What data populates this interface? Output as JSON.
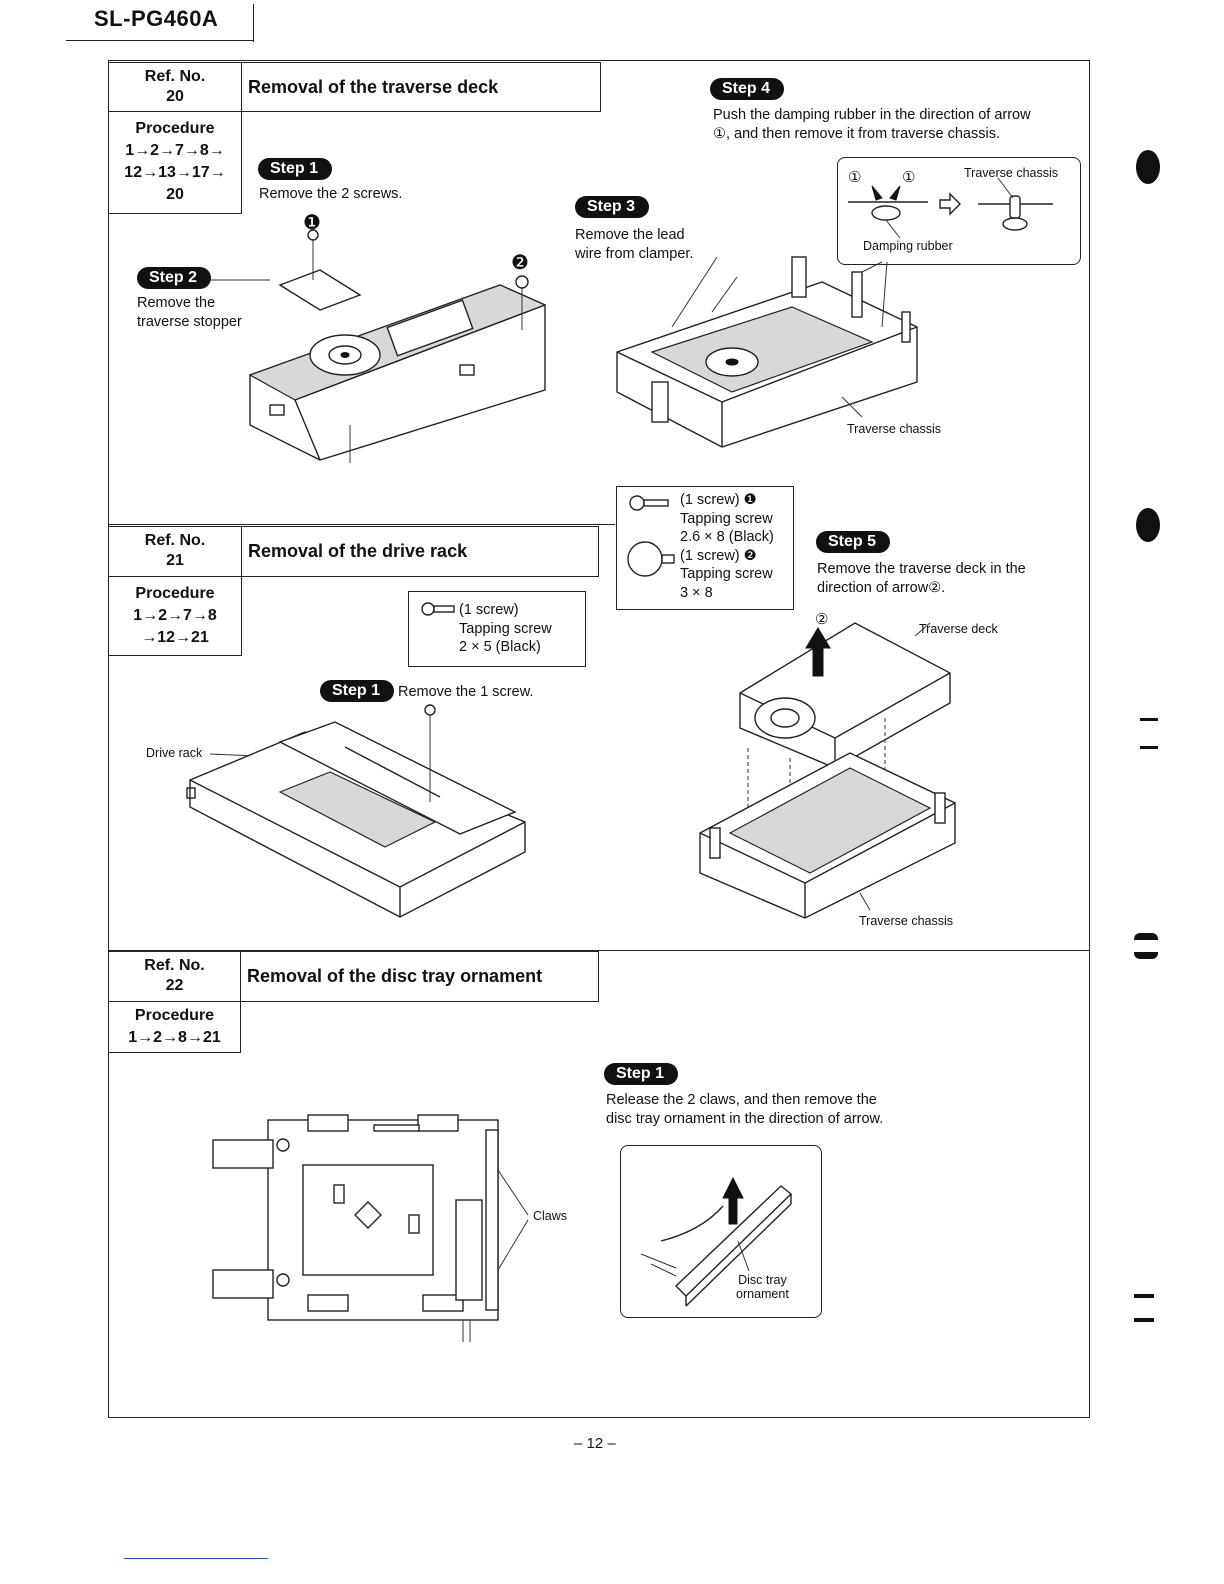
{
  "header": {
    "model": "SL-PG460A"
  },
  "sections": [
    {
      "ref_label": "Ref. No.",
      "ref_no": "20",
      "title": "Removal of the traverse deck",
      "procedure_label": "Procedure",
      "procedure_lines": [
        "1→2→7→8→",
        "12→13→17→",
        "20"
      ],
      "steps": [
        {
          "label": "Step 1",
          "text": "Remove the 2 screws."
        },
        {
          "label": "Step 2",
          "text_lines": [
            "Remove the",
            "traverse stopper"
          ]
        },
        {
          "label": "Step 3",
          "text_lines": [
            "Remove the lead",
            "wire from clamper."
          ]
        },
        {
          "label": "Step 4",
          "text_lines": [
            "Push the damping rubber in the direction of arrow",
            "①, and then remove it from traverse chassis."
          ]
        },
        {
          "label": "Step 5",
          "text_lines": [
            "Remove the traverse deck in the",
            "direction of arrow②."
          ]
        }
      ],
      "markers": {
        "screw1": "❶",
        "screw2": "❷",
        "arrow1": "①",
        "arrow2": "②"
      },
      "labels": {
        "traverse_chassis_inset": "Traverse chassis",
        "damping_rubber": "Damping rubber",
        "traverse_chassis_main": "Traverse chassis",
        "traverse_deck": "Traverse deck",
        "traverse_chassis_lower": "Traverse chassis"
      },
      "screw_info": {
        "line1": "(1 screw) ❶",
        "line2": "Tapping screw",
        "line3": "2.6 × 8 (Black)",
        "line4": "(1 screw) ❷",
        "line5": "Tapping screw",
        "line6": "3 × 8"
      }
    },
    {
      "ref_label": "Ref. No.",
      "ref_no": "21",
      "title": "Removal of the drive rack",
      "procedure_label": "Procedure",
      "procedure_lines": [
        "1→2→7→8",
        "→12→21"
      ],
      "screw_info": {
        "line1": "(1 screw)",
        "line2": "Tapping screw",
        "line3": "2 × 5 (Black)"
      },
      "steps": [
        {
          "label": "Step 1",
          "text": "Remove the 1 screw."
        }
      ],
      "labels": {
        "drive_rack": "Drive rack"
      }
    },
    {
      "ref_label": "Ref. No.",
      "ref_no": "22",
      "title": "Removal of the disc tray ornament",
      "procedure_label": "Procedure",
      "procedure_lines": [
        "1→2→8→21"
      ],
      "steps": [
        {
          "label": "Step 1",
          "text_lines": [
            "Release the 2 claws, and then remove the",
            "disc tray ornament in the direction of arrow."
          ]
        }
      ],
      "labels": {
        "claws": "Claws",
        "ornament_line1": "Disc tray",
        "ornament_line2": "ornament"
      }
    }
  ],
  "footer": {
    "page_number": "– 12 –"
  }
}
